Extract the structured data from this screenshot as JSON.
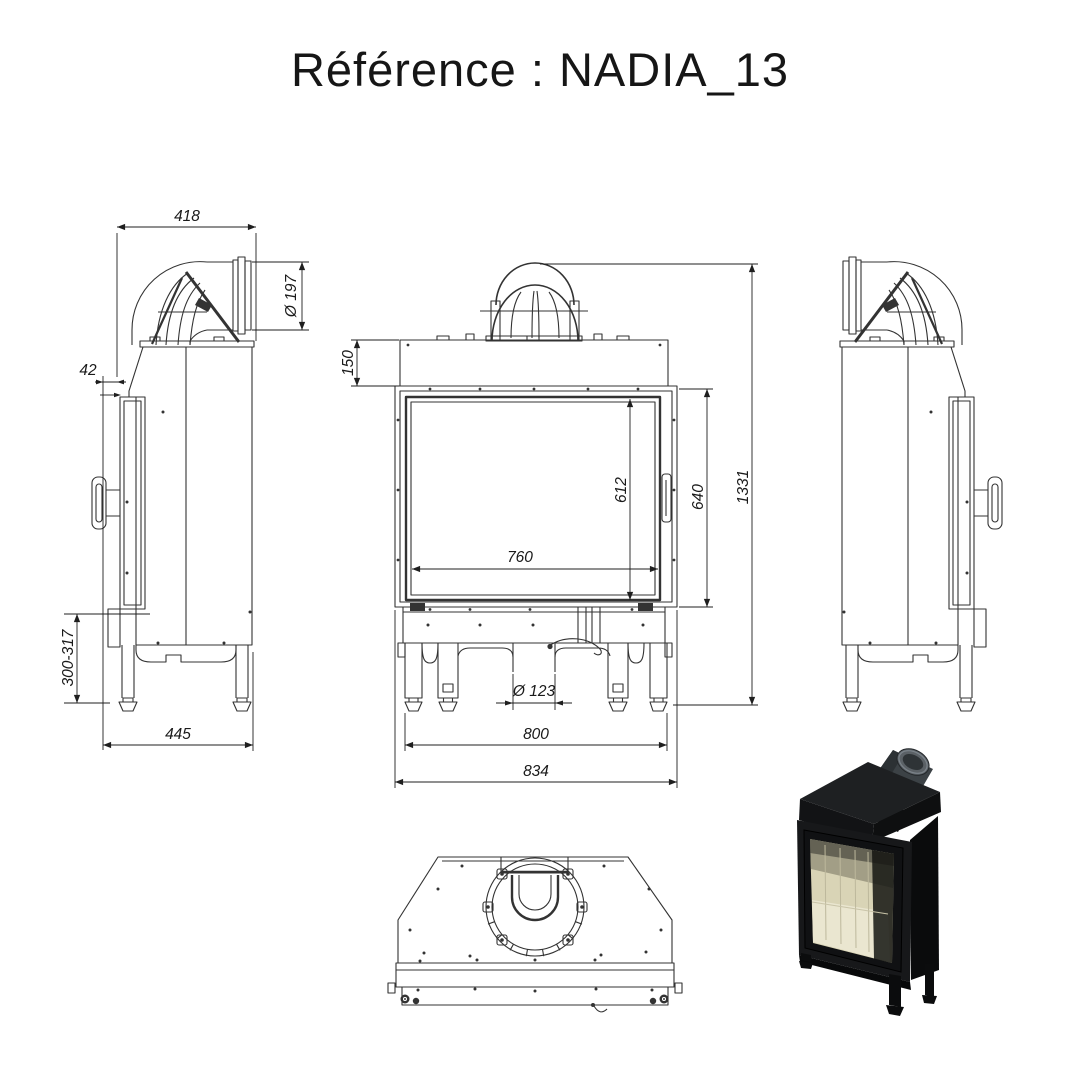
{
  "title": "Référence : NADIA_13",
  "dims": {
    "side_total_depth": "418",
    "flue_diameter": "Ø 197",
    "door_offset": "42",
    "leg_height_range": "300-317",
    "body_depth": "445",
    "hood_height": "150",
    "glass_height": "612",
    "door_height": "640",
    "total_height": "1331",
    "glass_width": "760",
    "air_inlet_diameter": "Ø 123",
    "body_width": "800",
    "total_width": "834"
  },
  "style": {
    "background": "#ffffff",
    "line_color": "#333333",
    "dimension_color": "#1f1f1f",
    "title_color": "#161616",
    "photo_body_color": "#121416",
    "photo_glass_color": "#d9d4b6",
    "photo_firebox_floor_color": "#eae6d0",
    "photo_steel_color": "#464c51"
  }
}
